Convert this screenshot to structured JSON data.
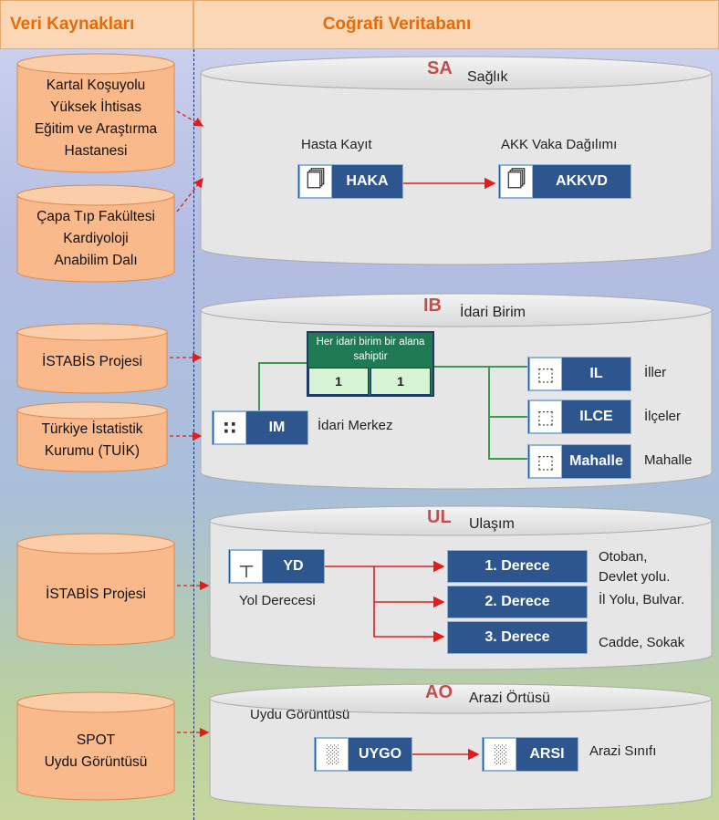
{
  "header": {
    "left_title": "Veri Kaynakları",
    "right_title": "Coğrafi Veritabanı"
  },
  "sources": [
    {
      "text": "Kartal Koşuyolu\nYüksek İhtisas\nEğitim ve Araştırma\nHastanesi"
    },
    {
      "text": "Çapa Tıp Fakültesi\nKardiyoloji\nAnabilim Dalı"
    },
    {
      "text": "İSTABİS Projesi"
    },
    {
      "text": "Türkiye İstatistik\nKurumu (TUİK)"
    },
    {
      "text": "İSTABİS Projesi"
    },
    {
      "text": "SPOT\nUydu Görüntüsü"
    }
  ],
  "groups": {
    "sa": {
      "abbr": "SA",
      "title": "Sağlık",
      "haka_caption": "Hasta  Kayıt",
      "haka": "HAKA",
      "akkvd_caption": "AKK Vaka Dağılımı",
      "akkvd": "AKKVD"
    },
    "ib": {
      "abbr": "IB",
      "title": "İdari Birim",
      "relation_text": "Her idari birim bir alana sahiptir",
      "card_left": "1",
      "card_right": "1",
      "im": "IM",
      "im_caption": "İdari Merkez",
      "il": "IL",
      "il_caption": "İller",
      "ilce": "ILCE",
      "ilce_caption": "İlçeler",
      "mahalle": "Mahalle",
      "mahalle_caption": "Mahalle"
    },
    "ul": {
      "abbr": "UL",
      "title": "Ulaşım",
      "yd": "YD",
      "yd_caption": "Yol Derecesi",
      "d1": "1. Derece",
      "d2": "2. Derece",
      "d3": "3. Derece",
      "d1_desc": "Otoban,\nDevlet  yolu.",
      "d2_desc": "İl Yolu, Bulvar.",
      "d3_desc": "Cadde, Sokak"
    },
    "ao": {
      "abbr": "AO",
      "title": "Arazi Örtüsü",
      "uygo_caption": "Uydu Görüntüsü",
      "uygo": "UYGO",
      "arsi": "ARSI",
      "arsi_caption": "Arazi Sınıfı"
    }
  },
  "colors": {
    "header_bg": "#fbd7b6",
    "header_text": "#e46c0a",
    "source_fill": "#f9b98a",
    "db_fill": "#e6e6e6",
    "box_fill": "#2e568e",
    "abbr": "#c0504d",
    "arrow_red": "#e21b1b",
    "line_green": "#3a9a4e"
  }
}
